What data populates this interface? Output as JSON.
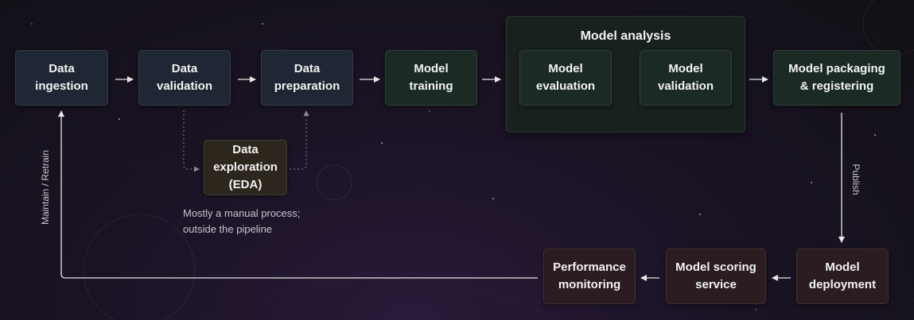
{
  "nodes": {
    "data_ingestion": "Data\ningestion",
    "data_validation": "Data\nvalidation",
    "data_preparation": "Data\npreparation",
    "model_training": "Model\ntraining",
    "model_evaluation": "Model\nevaluation",
    "model_validation": "Model\nvalidation",
    "model_packaging": "Model packaging\n& registering",
    "data_exploration": "Data\nexploration\n(EDA)",
    "model_deployment": "Model\ndeployment",
    "model_scoring": "Model scoring\nservice",
    "performance_monitoring": "Performance\nmonitoring"
  },
  "group": {
    "title": "Model analysis"
  },
  "note": "Mostly a manual process;\noutside the pipeline",
  "edge_labels": {
    "publish": "Publish",
    "maintain": "Maintain / Retrain"
  },
  "colors": {
    "stage_blue": "#1e2733",
    "stage_green": "#1c2a26",
    "stage_amber": "#2d261c",
    "stage_maroon": "#2b1c1f",
    "arrow": "#e6e6e6",
    "dotted_arrow": "#8a8590"
  }
}
